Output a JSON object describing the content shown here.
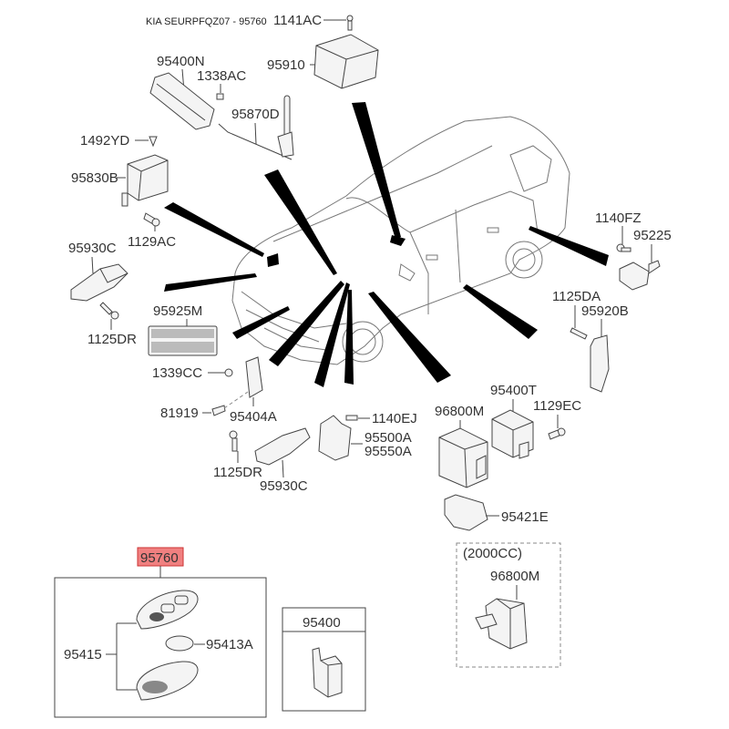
{
  "title": "KIA SEURPFQZ07 - 95760",
  "highlight_color": "#f08080",
  "labels": {
    "p1141AC": "1141AC",
    "p95910": "95910",
    "p95400N": "95400N",
    "p1338AC": "1338AC",
    "p95870D": "95870D",
    "p1492YD": "1492YD",
    "p95830B": "95830B",
    "p1129AC": "1129AC",
    "p95930C_left": "95930C",
    "p1125DR_left": "1125DR",
    "p95925M": "95925M",
    "p1339CC": "1339CC",
    "p81919": "81919",
    "p95404A": "95404A",
    "p1140EJ": "1140EJ",
    "p95500A": "95500A",
    "p95550A": "95550A",
    "p1125DR_mid": "1125DR",
    "p95930C_mid": "95930C",
    "p1140FZ": "1140FZ",
    "p95225": "95225",
    "p1125DA": "1125DA",
    "p95920B": "95920B",
    "p95400T": "95400T",
    "p96800M": "96800M",
    "p1129EC": "1129EC",
    "p95421E": "95421E",
    "p95760": "95760",
    "p95415": "95415",
    "p95413A": "95413A",
    "p95400": "95400",
    "p2000cc": "(2000CC)",
    "p96800M_alt": "96800M"
  }
}
